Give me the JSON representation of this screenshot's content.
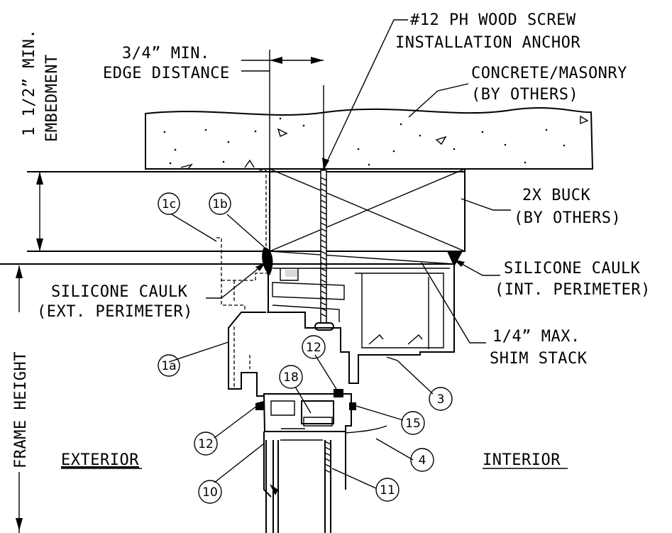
{
  "labels": {
    "screw_line1": "#12 PH WOOD SCREW",
    "screw_line2": "INSTALLATION ANCHOR",
    "edge_line1": "3/4” MIN.",
    "edge_line2": "EDGE DISTANCE",
    "embed_line1": "1 1/2” MIN.",
    "embed_line2": "EMBEDMENT",
    "concrete_line1": "CONCRETE/MASONRY",
    "concrete_line2": "(BY OTHERS)",
    "buck_line1": "2X BUCK",
    "buck_line2": "(BY OTHERS)",
    "caulk_int_line1": "SILICONE CAULK",
    "caulk_int_line2": "(INT. PERIMETER)",
    "caulk_ext_line1": "SILICONE CAULK",
    "caulk_ext_line2": "(EXT. PERIMETER)",
    "shim_line1": "1/4” MAX.",
    "shim_line2": "SHIM STACK",
    "frame_height": "FRAME HEIGHT",
    "exterior": "EXTERIOR",
    "interior": "INTERIOR"
  },
  "callouts": {
    "c1c": "1c",
    "c1b": "1b",
    "c1a": "1a",
    "c12a": "12",
    "c12b": "12",
    "c18": "18",
    "c3": "3",
    "c15": "15",
    "c4": "4",
    "c10": "10",
    "c11": "11"
  }
}
